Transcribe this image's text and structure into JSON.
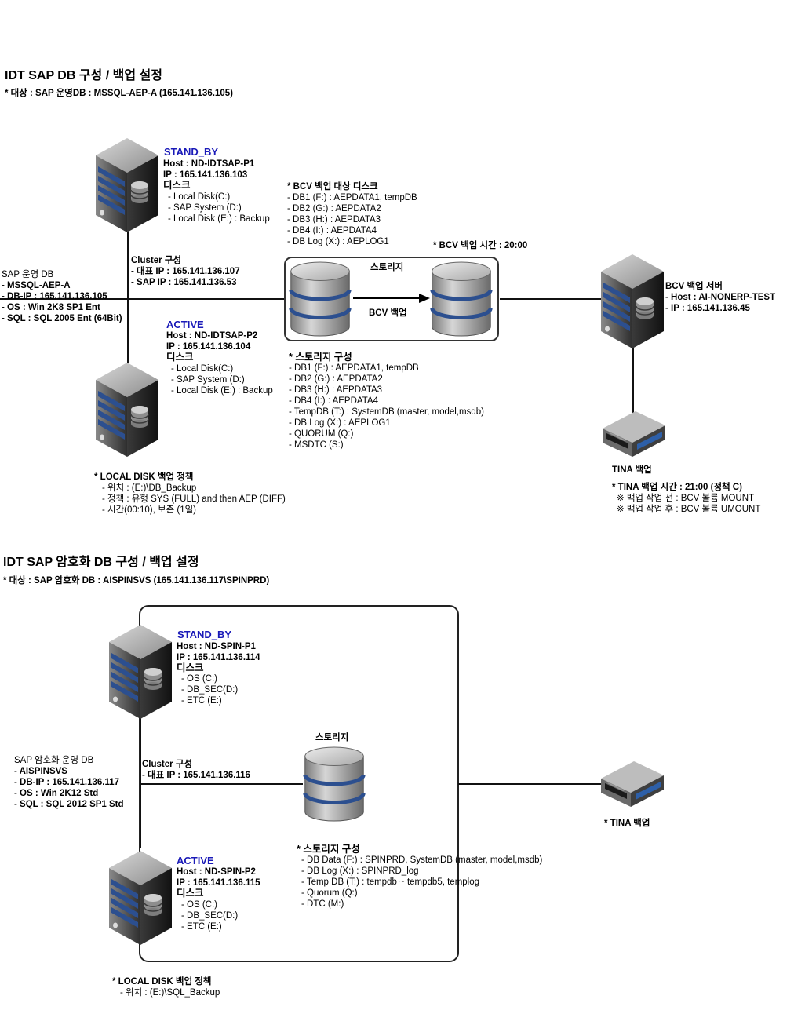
{
  "section1": {
    "title": "IDT SAP DB 구성 / 백업 설정",
    "subtitle": "* 대상 : SAP 운영DB : MSSQL-AEP-A (165.141.136.105)",
    "standby": {
      "role": "STAND_BY",
      "host": "Host : ND-IDTSAP-P1",
      "ip": "IP : 165.141.136.103",
      "disk_title": "디스크",
      "disks": [
        "- Local Disk(C:)",
        "- SAP System (D:)",
        "- Local Disk (E:) : Backup"
      ]
    },
    "active": {
      "role": "ACTIVE",
      "host": "Host : ND-IDTSAP-P2",
      "ip": "IP : 165.141.136.104",
      "disk_title": "디스크",
      "disks": [
        "- Local Disk(C:)",
        "- SAP System (D:)",
        "- Local Disk (E:) : Backup"
      ]
    },
    "sap_db": [
      "SAP 운영 DB",
      "- MSSQL-AEP-A",
      "- DB-IP : 165.141.136.105",
      "- OS : Win 2K8 SP1 Ent",
      "- SQL : SQL 2005 Ent (64Bit)"
    ],
    "cluster": [
      "Cluster 구성",
      "- 대표 IP : 165.141.136.107",
      "- SAP IP : 165.141.136.53"
    ],
    "bcv_disks_title": "* BCV 백업 대상 디스크",
    "bcv_disks": [
      "- DB1 (F:) : AEPDATA1, tempDB",
      "- DB2 (G:) : AEPDATA2",
      "- DB3 (H:) : AEPDATA3",
      "- DB4 (I:) : AEPDATA4",
      "- DB Log (X:) : AEPLOG1"
    ],
    "bcv_time": "* BCV 백업 시간 : 20:00",
    "storage_label": "스토리지",
    "bcv_arrow_label": "BCV 백업",
    "storage_config_title": "* 스토리지 구성",
    "storage_config": [
      "- DB1 (F:) : AEPDATA1, tempDB",
      "- DB2 (G:) : AEPDATA2",
      "- DB3 (H:) : AEPDATA3",
      "- DB4 (I:) : AEPDATA4",
      "- TempDB (T:) : SystemDB (master, model,msdb)",
      "- DB Log (X:) : AEPLOG1",
      "- QUORUM (Q:)",
      "- MSDTC (S:)"
    ],
    "bcv_server": [
      "BCV 백업 서버",
      "- Host : AI-NONERP-TEST",
      "- IP : 165.141.136.45"
    ],
    "tina_label": "TINA 백업",
    "tina_time": [
      "* TINA 백업 시간 : 21:00 (정책 C)",
      "※ 백업 작업 전 : BCV 볼륨 MOUNT",
      "※ 백업 작업 후 : BCV 볼륨 UMOUNT"
    ],
    "local_policy": [
      "* LOCAL DISK 백업 정책",
      "- 위치 : (E:)\\DB_Backup",
      "- 정책 : 유형  SYS (FULL) and then AEP (DIFF)",
      "- 시간(00:10), 보존 (1일)"
    ]
  },
  "section2": {
    "title": "IDT SAP 암호화 DB 구성 / 백업 설정",
    "subtitle": "* 대상 : SAP 암호화 DB : AISPINSVS (165.141.136.117\\SPINPRD)",
    "standby": {
      "role": "STAND_BY",
      "host": "Host : ND-SPIN-P1",
      "ip": "IP : 165.141.136.114",
      "disk_title": "디스크",
      "disks": [
        "- OS (C:)",
        "- DB_SEC(D:)",
        "- ETC (E:)"
      ]
    },
    "active": {
      "role": "ACTIVE",
      "host": "Host : ND-SPIN-P2",
      "ip": "IP : 165.141.136.115",
      "disk_title": "디스크",
      "disks": [
        "- OS (C:)",
        "- DB_SEC(D:)",
        "- ETC (E:)"
      ]
    },
    "sap_db": [
      "SAP 암호화 운영 DB",
      "- AISPINSVS",
      "- DB-IP : 165.141.136.117",
      "- OS : Win 2K12 Std",
      "- SQL : SQL 2012 SP1 Std"
    ],
    "cluster": [
      "Cluster 구성",
      "- 대표 IP : 165.141.136.116"
    ],
    "storage_label": "스토리지",
    "storage_config_title": "* 스토리지 구성",
    "storage_config": [
      "- DB Data (F:) : SPINPRD, SystemDB (master, model,msdb)",
      "- DB Log (X:) : SPINPRD_log",
      "- Temp DB (T:) : tempdb ~ tempdb5, templog",
      "- Quorum (Q:)",
      "- DTC (M:)"
    ],
    "tina_label": "* TINA 백업",
    "local_policy": [
      "* LOCAL DISK 백업 정책",
      "- 위치 : (E:)\\SQL_Backup"
    ]
  }
}
